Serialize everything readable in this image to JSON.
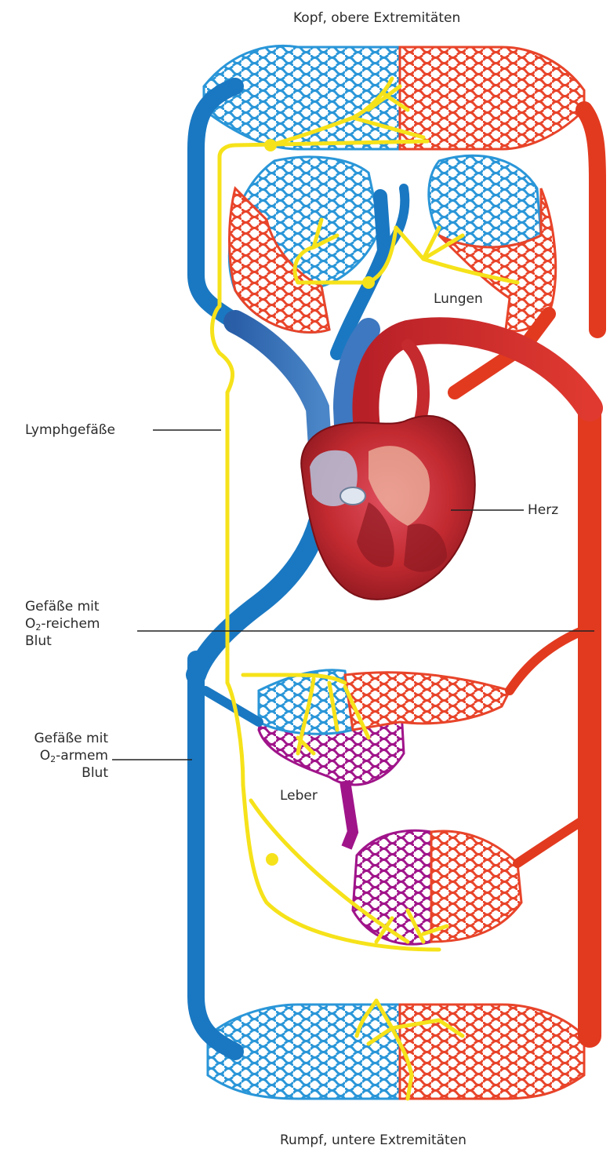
{
  "labels": {
    "top": "Kopf, obere Extremitäten",
    "bottom": "Rumpf, untere Extremitäten",
    "lungs": "Lungen",
    "lymph": "Lymphgefäße",
    "heart": "Herz",
    "liver": "Leber",
    "oxy_rich": {
      "line1": "Gefäße mit",
      "line2_prefix": "O",
      "line2_sub": "2",
      "line2_suffix": "-reichem",
      "line3": "Blut"
    },
    "oxy_poor": {
      "line1": "Gefäße mit",
      "line2_prefix": "O",
      "line2_sub": "2",
      "line2_suffix": "-armem",
      "line3": "Blut"
    }
  },
  "colors": {
    "venous_blue": "#1a78c2",
    "capillary_blue": "#2a96d8",
    "arterial_red": "#e23a1f",
    "capillary_red": "#e8442a",
    "lymph_yellow": "#f6e21a",
    "portal_purple": "#a0148a",
    "heart_red": "#c8262e",
    "label_text": "#2b2b2b"
  }
}
